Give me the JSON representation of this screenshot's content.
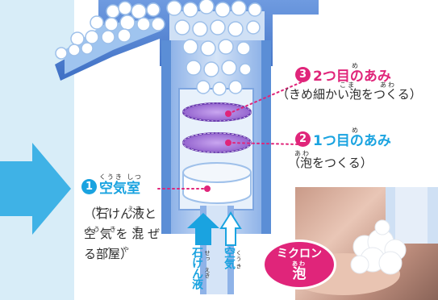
{
  "mesh3": {
    "num": "3",
    "title": "2つ目のあみ",
    "desc": "（きめ細かい泡をつくる）",
    "ruby_title": "め",
    "ruby_desc": "こま　　　あわ"
  },
  "mesh2": {
    "num": "2",
    "title": "1つ目のあみ",
    "desc": "（泡をつくる）",
    "ruby_title": "め",
    "ruby_desc": "あわ"
  },
  "chamber": {
    "num": "1",
    "title": "空気室",
    "ruby_title": "くうき しつ",
    "desc_lines": [
      "（石けん液と",
      "空 気 を 混 ぜ",
      "る部屋）"
    ],
    "ruby_desc1": "せっ　　えき",
    "ruby_desc2": "くう　き　　ま",
    "ruby_desc3": "へ　や"
  },
  "flow_soap": {
    "label": "石けん液",
    "ruby": "せっ　えき"
  },
  "flow_air": {
    "label": "空気",
    "ruby": "くう き"
  },
  "badge": {
    "line1": "ミクロン",
    "line2": "泡",
    "ruby": "あわ"
  },
  "colors": {
    "accent_blue": "#1aa3e0",
    "magenta": "#e0257a",
    "panel_blue": "#d6ecf8",
    "device_blue": "#4a82d0",
    "mesh_purple": "#9c6ad4"
  }
}
